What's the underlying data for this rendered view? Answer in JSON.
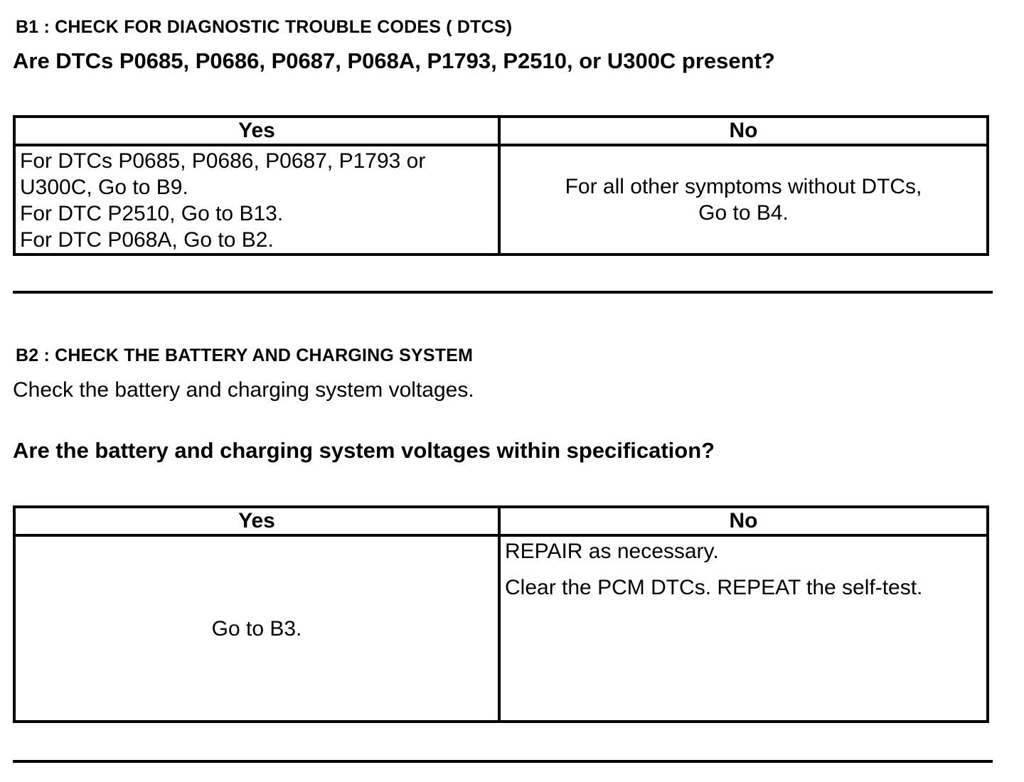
{
  "b1": {
    "title": "B1 : CHECK FOR DIAGNOSTIC TROUBLE CODES ( DTCS)",
    "question": "Are DTCs P0685, P0686, P0687, P068A, P1793, P2510, or U300C present?",
    "table": {
      "yes_header": "Yes",
      "no_header": "No",
      "yes_lines": [
        "For DTCs P0685, P0686, P0687, P1793 or",
        "U300C, Go to B9.",
        "For DTC P2510, Go to B13.",
        "For DTC P068A, Go to B2."
      ],
      "no_lines": [
        "For all other symptoms without DTCs,",
        "Go to B4."
      ]
    }
  },
  "b2": {
    "title": "B2 : CHECK THE BATTERY AND CHARGING SYSTEM",
    "instruction": "Check the battery and charging system voltages.",
    "question": "Are the battery and charging system voltages within specification?",
    "table": {
      "yes_header": "Yes",
      "no_header": "No",
      "yes_text": "Go to B3.",
      "no_paragraphs": [
        "REPAIR as necessary.",
        "Clear the PCM DTCs. REPEAT the self-test."
      ]
    }
  }
}
